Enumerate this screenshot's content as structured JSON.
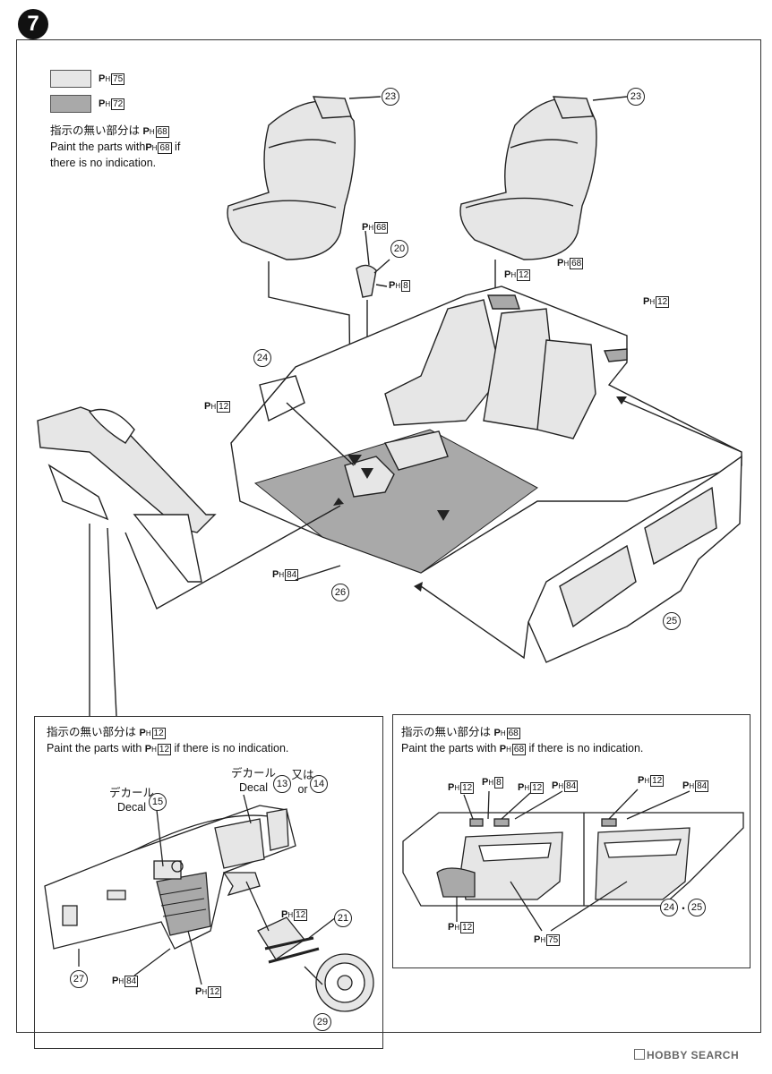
{
  "step_number": "7",
  "legend": {
    "items": [
      {
        "code": "75",
        "fill": "#e6e6e6"
      },
      {
        "code": "72",
        "fill": "#a9a9a9"
      }
    ],
    "note_jp_prefix": "指示の無い部分は",
    "note_code": "68",
    "note_en_1": "Paint the parts with",
    "note_en_2": "if",
    "note_en_3": "there is no indication."
  },
  "paint_prefix": "P",
  "paint_sub": "H",
  "main": {
    "callouts": {
      "seat_left": "23",
      "seat_right": "23",
      "shift_knob": "20",
      "door_left": "24",
      "floor": "26",
      "door_right": "25"
    },
    "paints": {
      "shift_top": "68",
      "shift_bottom": "8",
      "rear_vent_a": "12",
      "rear_vent_b": "68",
      "rear_speaker": "12",
      "door_panel": "12",
      "console": "84"
    }
  },
  "box_left": {
    "note_jp_prefix": "指示の無い部分は",
    "note_code": "12",
    "note_en_1": "Paint the parts with",
    "note_en_2": "if there is no indication.",
    "decal_a_jp": "デカール",
    "decal_a_en": "Decal",
    "decal_a_num": "15",
    "decal_b_jp": "デカール",
    "decal_b_en": "Decal",
    "decal_b_num1": "13",
    "decal_b_or_jp": "又は",
    "decal_b_or_en": "or",
    "decal_b_num2": "14",
    "callouts": {
      "dash": "27",
      "column": "21",
      "wheel": "29"
    },
    "paints": {
      "column": "12",
      "center_panel": "84",
      "center_lower": "12"
    }
  },
  "box_right": {
    "note_jp_prefix": "指示の無い部分は",
    "note_code": "68",
    "note_en_1": "Paint the parts with",
    "note_en_2": "if there is no indication.",
    "paints": {
      "sw1": "12",
      "sw2": "8",
      "sw3": "12",
      "sw4": "84",
      "sw5": "12",
      "sw6": "84",
      "pocket": "12",
      "inserts": "75"
    },
    "callout_a": "24",
    "callout_sep": "・",
    "callout_b": "25"
  },
  "watermark": "HOBBY SEARCH"
}
